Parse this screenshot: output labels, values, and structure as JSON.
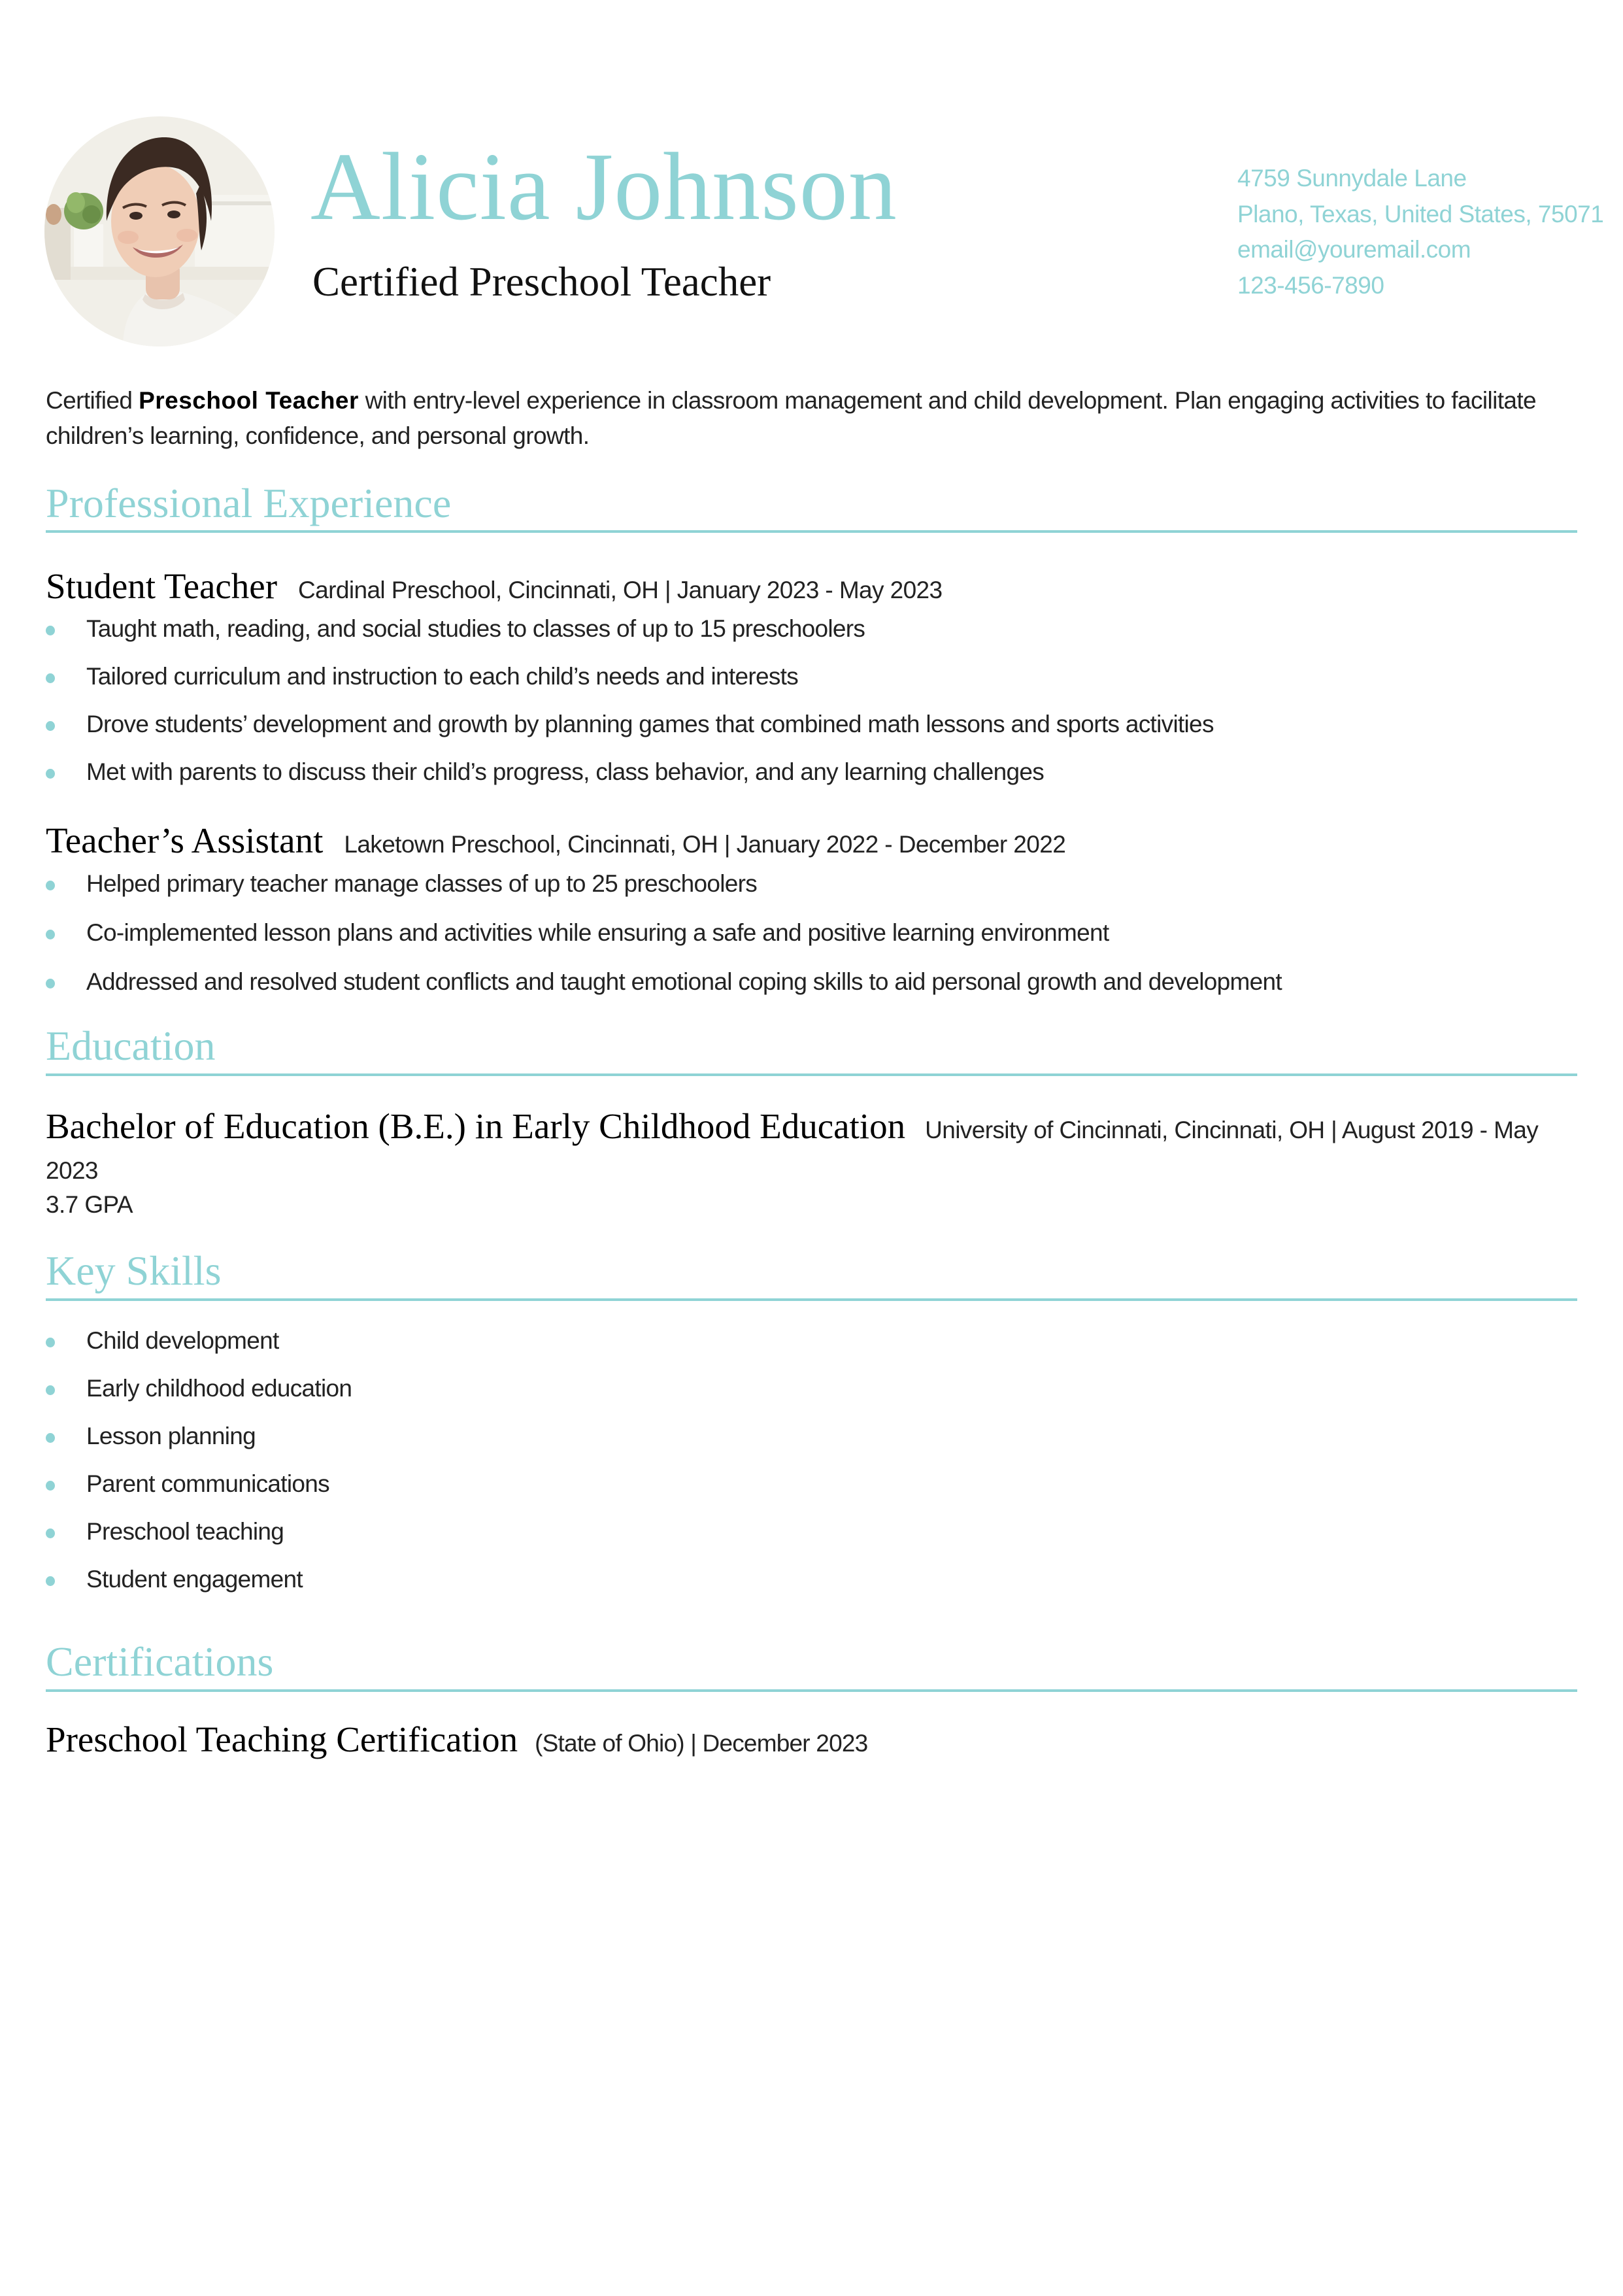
{
  "header": {
    "name": "Alicia Johnson",
    "title": "Certified Preschool Teacher",
    "photo_alt": "profile-photo",
    "contact": {
      "address_line1": "4759 Sunnydale Lane",
      "address_line2": "Plano, Texas, United States, 75071",
      "email": "email@youremail.com",
      "phone": "123-456-7890"
    }
  },
  "summary": {
    "prefix": "Certified ",
    "bold": "Preschool Teacher",
    "suffix": " with entry-level experience in classroom management and child development. Plan engaging activities to facilitate children’s learning, confidence, and personal growth."
  },
  "sections": {
    "experience": {
      "heading": "Professional Experience",
      "jobs": [
        {
          "title": "Student Teacher",
          "meta": "Cardinal Preschool, Cincinnati, OH | January 2023 - May 2023",
          "bullets": [
            "Taught math, reading, and social studies to classes of up to 15 preschoolers",
            "Tailored curriculum and instruction to each child’s needs and interests",
            "Drove students’ development and growth by planning games that combined math lessons and sports activities",
            "Met with parents to discuss their child’s progress, class behavior, and any learning challenges"
          ]
        },
        {
          "title": "Teacher’s Assistant",
          "meta": "Laketown Preschool, Cincinnati, OH | January 2022 - December 2022",
          "bullets": [
            "Helped primary teacher manage classes of up to 25 preschoolers",
            "Co-implemented lesson plans and activities while ensuring a safe and positive learning environment",
            "Addressed and resolved student conflicts and taught emotional coping skills to aid personal growth and development"
          ]
        }
      ]
    },
    "education": {
      "heading": "Education",
      "degree": "Bachelor of Education (B.E.) in Early Childhood Education",
      "meta": "University of Cincinnati, Cincinnati, OH | August 2019 - May 2023",
      "gpa": "3.7 GPA"
    },
    "skills": {
      "heading": "Key Skills",
      "items": [
        "Child development",
        "Early childhood education",
        "Lesson planning",
        "Parent communications",
        "Preschool teaching",
        "Student engagement"
      ]
    },
    "certifications": {
      "heading": "Certifications",
      "items": [
        {
          "name": "Preschool Teaching Certification",
          "meta": "(State of Ohio) | December 2023"
        }
      ]
    }
  },
  "colors": {
    "accent": "#8fd3d5",
    "text": "#222222",
    "heading_text": "#000000"
  }
}
